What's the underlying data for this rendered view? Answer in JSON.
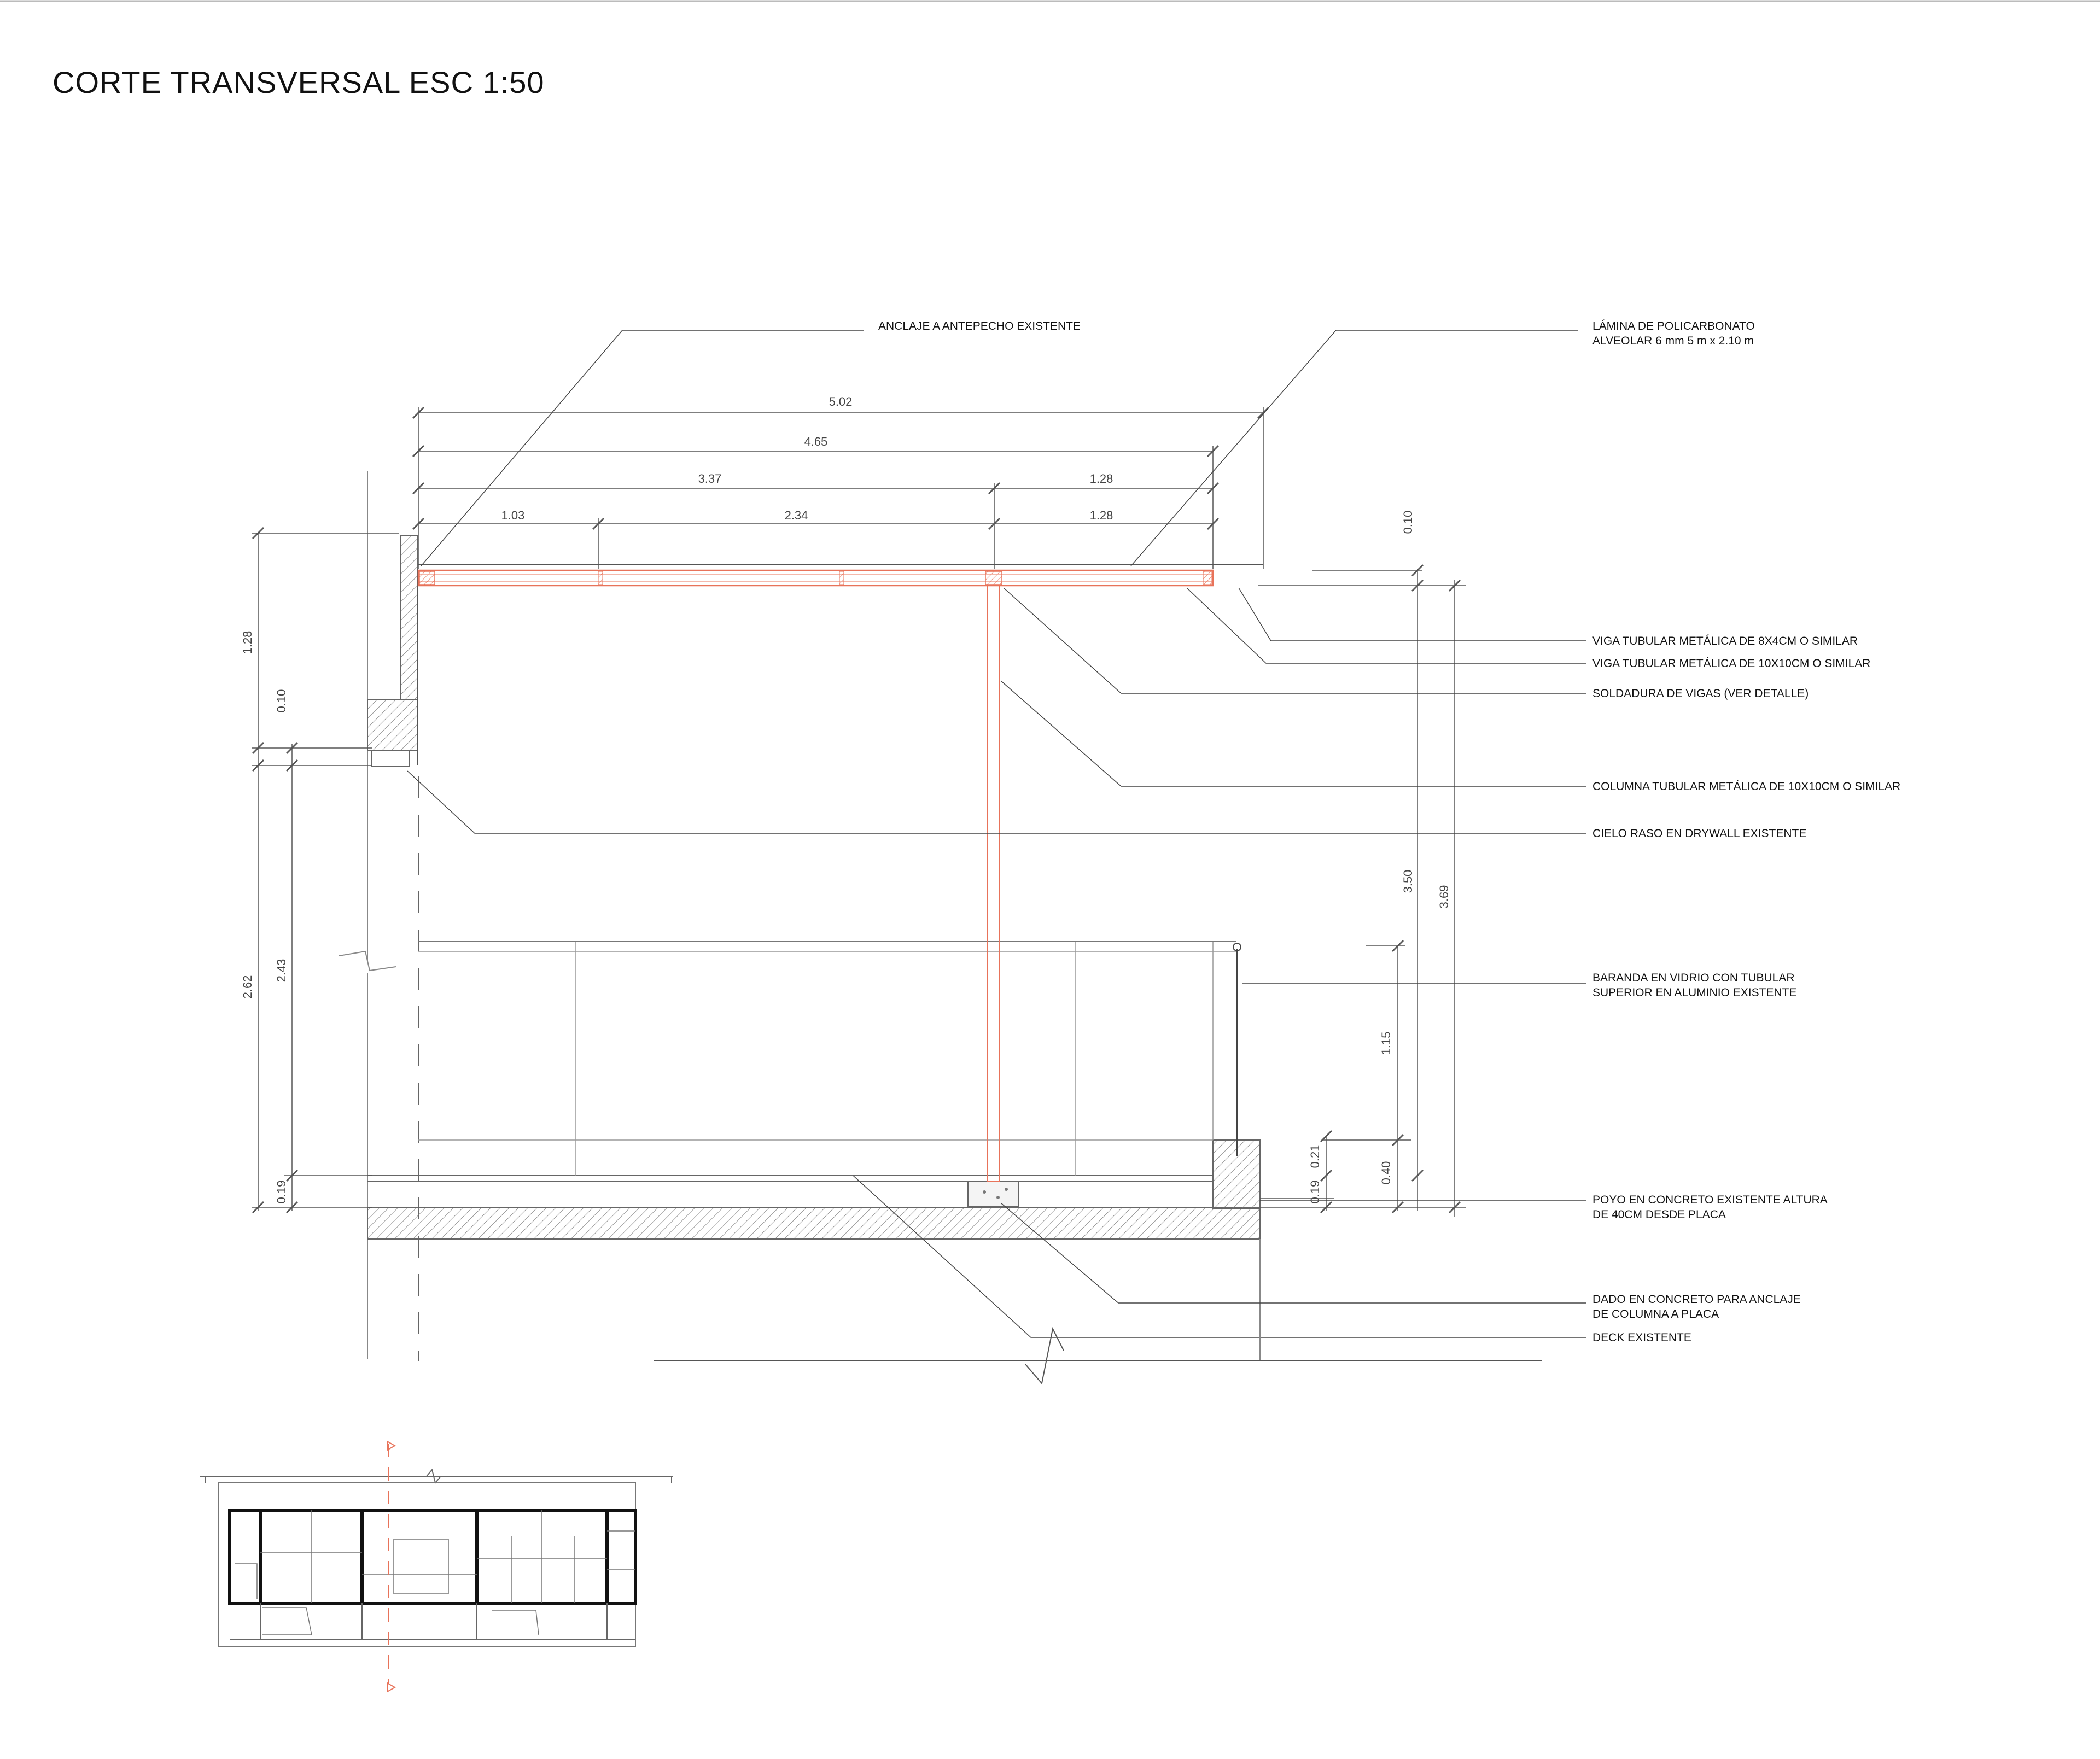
{
  "sheet": {
    "title": "CORTE TRANSVERSAL ESC 1:50"
  },
  "dimensions": {
    "top_502": "5.02",
    "top_465": "4.65",
    "top_337": "3.37",
    "top_128a": "1.28",
    "top_103": "1.03",
    "top_234": "2.34",
    "top_128b": "1.28",
    "left_128": "1.28",
    "left_010": "0.10",
    "left_262": "2.62",
    "left_243": "2.43",
    "left_019": "0.19",
    "right_010": "0.10",
    "right_350": "3.50",
    "right_369": "3.69",
    "right_115": "1.15",
    "right_021": "0.21",
    "right_040": "0.40",
    "right_019": "0.19"
  },
  "notes": {
    "anclaje": "ANCLAJE A ANTEPECHO EXISTENTE",
    "lamina_1": "LÁMINA DE POLICARBONATO",
    "lamina_2": "ALVEOLAR 6 mm 5 m x 2.10 m",
    "viga_8x4": "VIGA TUBULAR METÁLICA DE 8X4CM O SIMILAR",
    "viga_10x10": "VIGA TUBULAR METÁLICA DE 10X10CM O SIMILAR",
    "soldadura": "SOLDADURA DE VIGAS (VER DETALLE)",
    "columna": "COLUMNA TUBULAR METÁLICA DE 10X10CM O SIMILAR",
    "cielo": "CIELO RASO EN DRYWALL EXISTENTE",
    "baranda_1": "BARANDA EN VIDRIO CON TUBULAR",
    "baranda_2": "SUPERIOR EN ALUMINIO EXISTENTE",
    "poyo_1": "POYO EN CONCRETO EXISTENTE ALTURA",
    "poyo_2": "DE 40CM DESDE PLACA",
    "dado_1": "DADO EN CONCRETO PARA ANCLAJE",
    "dado_2": "DE COLUMNA A PLACA",
    "deck": "DECK EXISTENTE"
  },
  "colors": {
    "line": "#555555",
    "thin": "#888888",
    "structure": "#e8735a",
    "hatch": "#777777"
  }
}
